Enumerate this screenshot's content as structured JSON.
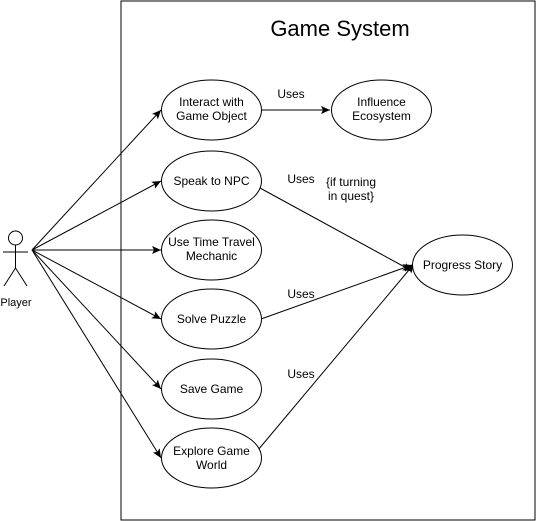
{
  "system": {
    "title": "Game System"
  },
  "actor": {
    "name": "Player"
  },
  "use_cases": {
    "interact": [
      "Interact with",
      "Game Object"
    ],
    "influence": [
      "Influence",
      "Ecosystem"
    ],
    "speak": [
      "Speak to NPC"
    ],
    "time_travel": [
      "Use Time Travel",
      "Mechanic"
    ],
    "solve": [
      "Solve Puzzle"
    ],
    "save": [
      "Save Game"
    ],
    "explore": [
      "Explore Game",
      "World"
    ],
    "progress": [
      "Progress Story"
    ]
  },
  "edge_labels": {
    "uses_influence": "Uses",
    "uses_speak": "Uses",
    "uses_solve": "Uses",
    "uses_explore": "Uses",
    "condition_line1": "{if turning",
    "condition_line2": "in quest}"
  },
  "colors": {
    "stroke": "#000000",
    "fill": "#ffffff"
  }
}
